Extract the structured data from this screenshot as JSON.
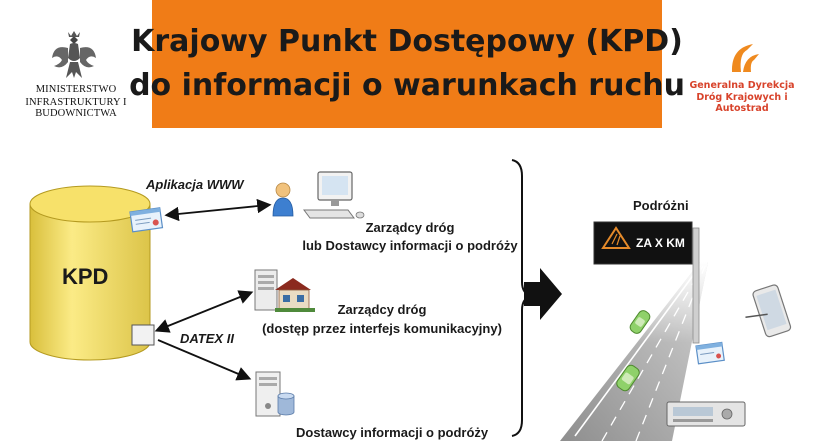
{
  "header": {
    "title_line1": "Krajowy Punkt Dostępowy (KPD)",
    "title_line2": "do informacji o warunkach ruchu",
    "ministry_line1": "MINISTERSTWO",
    "ministry_line2": "INFRASTRUKTURY I BUDOWNICTWA",
    "gddkia_line1": "Generalna Dyrekcja",
    "gddkia_line2": "Dróg Krajowych i Autostrad",
    "banner_color": "#f07c17",
    "gddkia_color": "#d8432b"
  },
  "diagram": {
    "kpd_label": "KPD",
    "app_www_label": "Aplikacja WWW",
    "datex_label": "DATEX II",
    "node1_line1": "Zarządcy dróg",
    "node1_line2": "lub Dostawcy informacji o podróży",
    "node2_line1": "Zarządcy dróg",
    "node2_line2": "(dostęp przez interfejs komunikacyjny)",
    "node3_label": "Dostawcy informacji o podróży",
    "travelers_label": "Podróżni",
    "sign_text": "ZA X KM",
    "cylinder_color": "#f7e16a",
    "icons": [
      "eagle-emblem-icon",
      "gddkia-logo-icon",
      "database-cylinder-icon",
      "web-certificate-icon",
      "user-icon",
      "computer-monitor-icon",
      "server-house-icon",
      "server-database-icon",
      "road-sign-icon",
      "car-icon",
      "tablet-icon",
      "car-radio-icon"
    ]
  }
}
